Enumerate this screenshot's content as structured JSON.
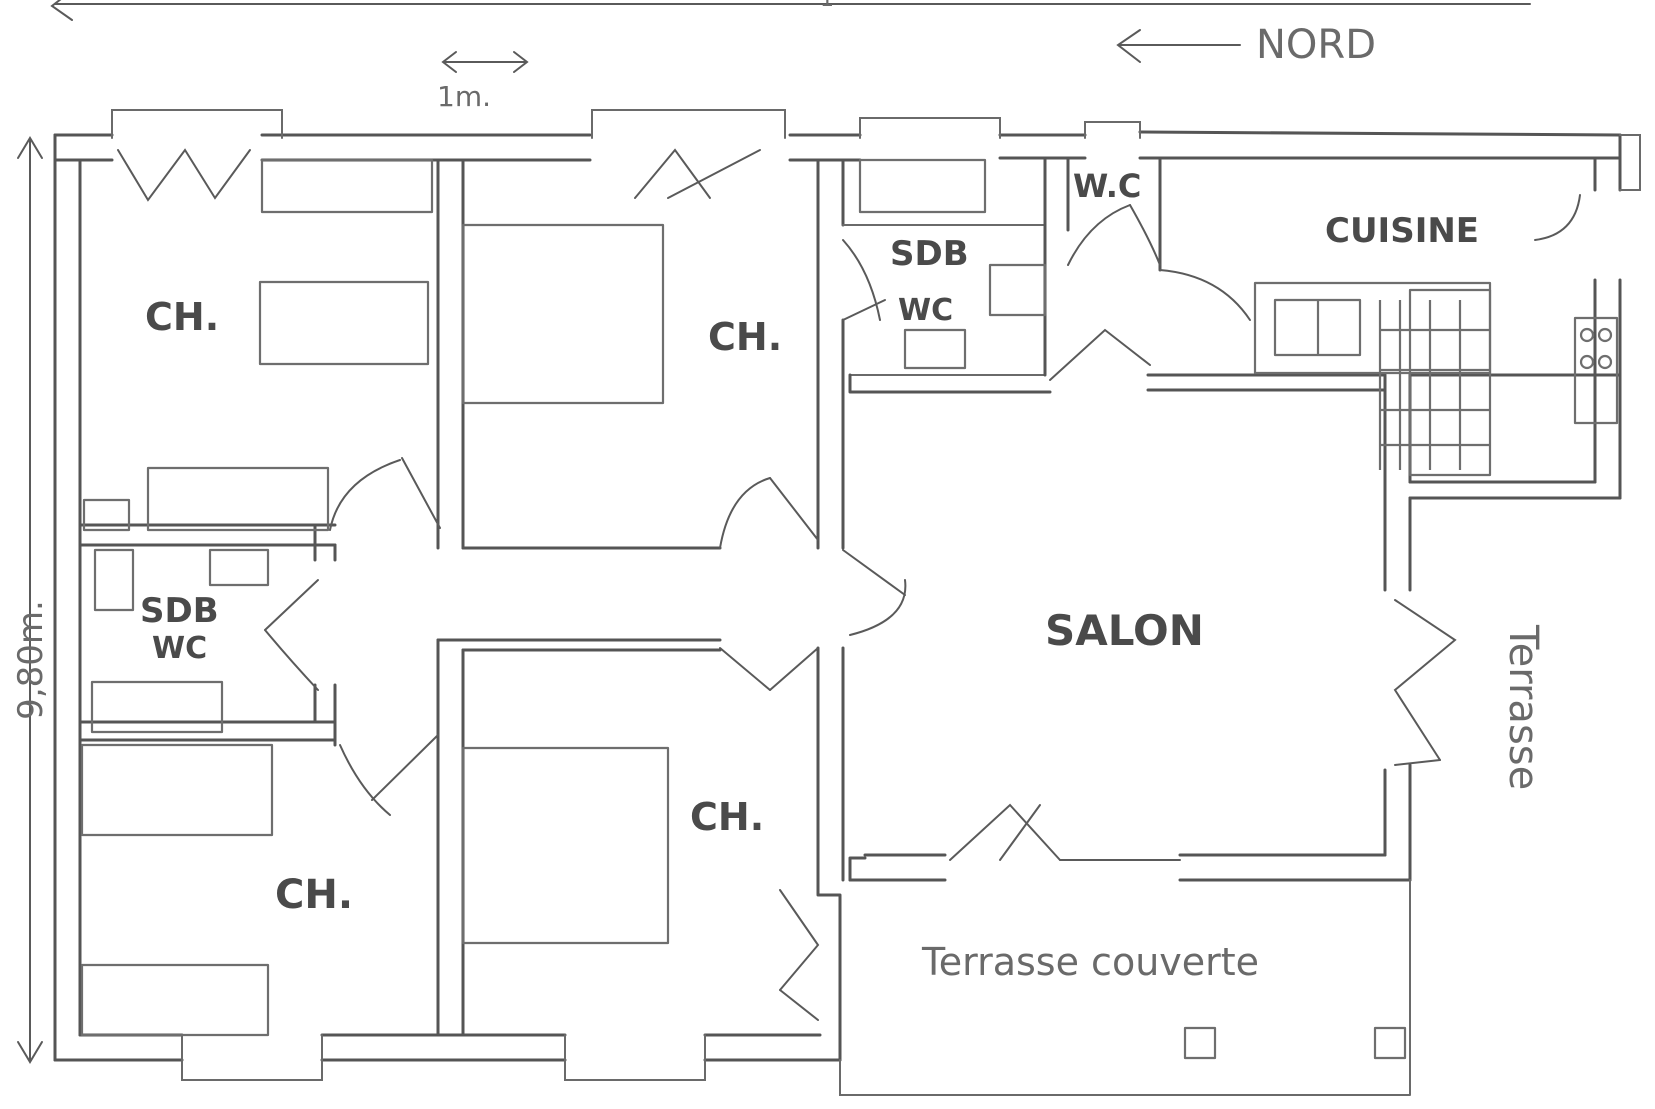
{
  "compass": {
    "label": "NORD"
  },
  "scale": {
    "label": "1m."
  },
  "dimensions": {
    "height": "9,80m.",
    "width_partial": "1"
  },
  "rooms": {
    "bedroom_top_left": "CH.",
    "bedroom_top_mid": "CH.",
    "bedroom_bottom_left": "CH.",
    "bedroom_bottom_mid": "CH.",
    "bathroom_left_l1": "SDB",
    "bathroom_left_l2": "WC",
    "bathroom_right_l1": "SDB",
    "bathroom_right_l2": "WC",
    "wc": "W.C",
    "kitchen": "CUISINE",
    "living": "SALON",
    "covered_terrace": "Terrasse couverte",
    "terrace": "Terrasse"
  }
}
